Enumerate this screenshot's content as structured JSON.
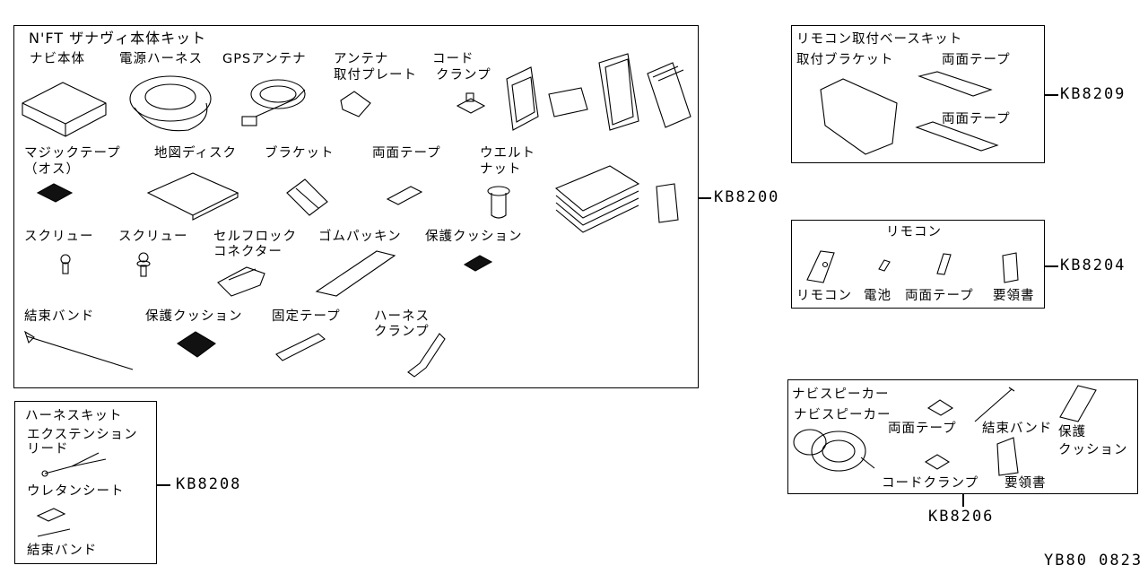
{
  "main_kit": {
    "title": "N'FT ザナヴィ本体キット",
    "code": "KB8200",
    "labels": {
      "navi_unit": "ナビ本体",
      "power_harness": "電源ハーネス",
      "gps_antenna": "GPSアンテナ",
      "antenna_plate_1": "アンテナ",
      "antenna_plate_2": "取付プレート",
      "cord_clamp_1": "コード",
      "cord_clamp_2": "クランプ",
      "magic_tape_1": "マジックテープ",
      "magic_tape_2": "（オス）",
      "map_disc": "地図ディスク",
      "bracket": "ブラケット",
      "double_tape": "両面テープ",
      "welt_nut_1": "ウエルト",
      "welt_nut_2": "ナット",
      "screw_1": "スクリュー",
      "screw_2": "スクリュー",
      "self_lock_1": "セルフロック",
      "self_lock_2": "コネクター",
      "rubber_packing": "ゴムパッキン",
      "cushion_1": "保護クッション",
      "cable_tie": "結束バンド",
      "cushion_2": "保護クッション",
      "fixing_tape": "固定テープ",
      "harness_clamp_1": "ハーネス",
      "harness_clamp_2": "クランプ"
    }
  },
  "remote_base_kit": {
    "title": "リモコン取付ベースキット",
    "code": "KB8209",
    "labels": {
      "bracket": "取付ブラケット",
      "tape_1": "両面テープ",
      "tape_2": "両面テープ"
    }
  },
  "remote_kit": {
    "title": "リモコン",
    "code": "KB8204",
    "labels": {
      "remote": "リモコン",
      "battery": "電池",
      "tape": "両面テープ",
      "manual": "要領書"
    }
  },
  "speaker_kit": {
    "title": "ナビスピーカー",
    "code": "KB8206",
    "labels": {
      "speaker": "ナビスピーカー",
      "tape": "両面テープ",
      "cable_tie": "結束バンド",
      "cushion_1": "保護",
      "cushion_2": "クッション",
      "cord_clamp": "コードクランプ",
      "manual": "要領書"
    }
  },
  "harness_kit": {
    "title": "ハーネスキット",
    "code": "KB8208",
    "labels": {
      "ext_lead_1": "エクステンション",
      "ext_lead_2": "リード",
      "urethane": "ウレタンシート",
      "cable_tie": "結束バンド"
    }
  },
  "diagram_id": "YB80 0823"
}
